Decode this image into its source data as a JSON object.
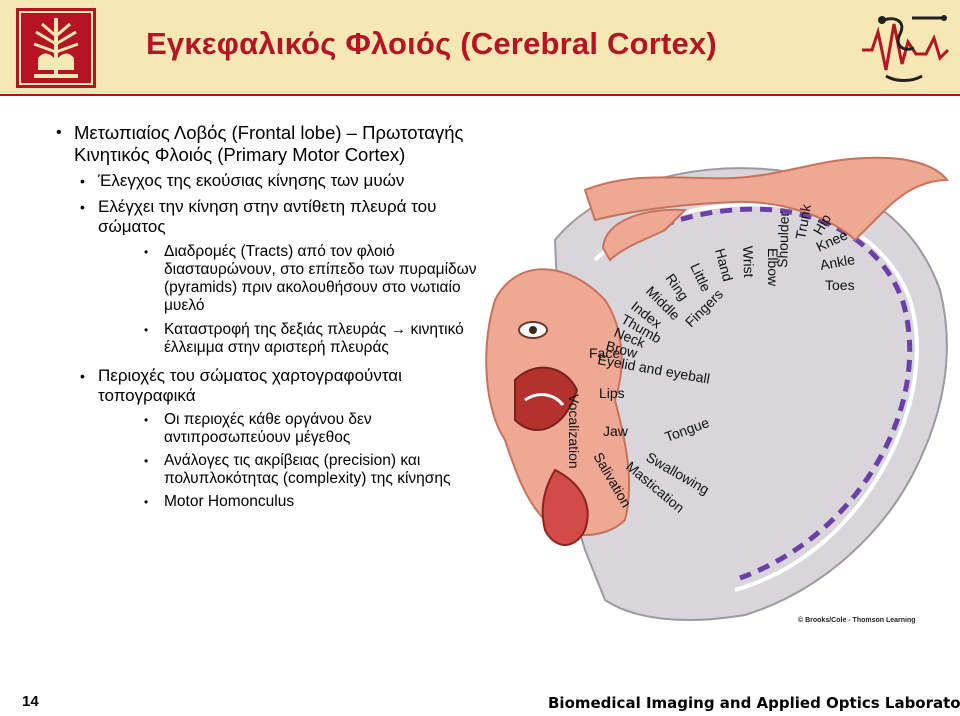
{
  "title": "Εγκεφαλικός Φλοιός (Cerebral Cortex)",
  "bullets": {
    "item1": "Μετωπιαίος Λοβός (Frontal lobe) – Πρωτοταγής Κινητικός Φλοιός (Primary Motor Cortex)",
    "item1_sub1": "Έλεγχος της εκούσιας κίνησης των μυών",
    "item1_sub2": "Ελέγχει την κίνηση στην αντίθετη πλευρά του σώματος",
    "item1_sub2_a": "Διαδρομές (Tracts) από τον φλοιό διασταυρώνουν, στο επίπεδο των πυραμίδων (pyramids) πριν ακολουθήσουν στο νωτιαίο μυελό",
    "item1_sub2_b": "Καταστροφή της δεξιάς πλευράς → κινητικό έλλειμμα στην αριστερή πλευράς",
    "item1_sub3": "Περιοχές του σώματος χαρτογραφούνται τοπογραφικά",
    "item1_sub3_a": "Οι περιοχές κάθε οργάνου δεν αντιπροσωπεύουν μέγεθος",
    "item1_sub3_b": "Ανάλογες τις ακρίβειας (precision) και πολυπλοκότητας (complexity) της κίνησης",
    "item1_sub3_c": "Motor Homonculus"
  },
  "homunculus_labels": {
    "toes": "Toes",
    "ankle": "Ankle",
    "knee": "Knee",
    "hip": "Hip",
    "trunk": "Trunk",
    "shoulder": "Shoulder",
    "elbow": "Elbow",
    "wrist": "Wrist",
    "hand": "Hand",
    "little": "Little",
    "ring": "Ring",
    "middle": "Middle",
    "index": "Index",
    "thumb": "Thumb",
    "fingers": "Fingers",
    "neck": "Neck",
    "brow": "Brow",
    "eyelid": "Eyelid and eyeball",
    "face": "Face",
    "lips": "Lips",
    "jaw": "Jaw",
    "tongue": "Tongue",
    "swallowing": "Swallowing",
    "mastication": "Mastication",
    "salivation": "Salivation",
    "vocalization": "Vocalization"
  },
  "credit": "© Brooks/Cole - Thomson Learning",
  "page_number": "14",
  "footer": "Biomedical Imaging and Applied Optics Laboratory",
  "colors": {
    "title": "#b51422",
    "band": "#f6e7b4",
    "cortex_marks": "#6a3fa8"
  }
}
